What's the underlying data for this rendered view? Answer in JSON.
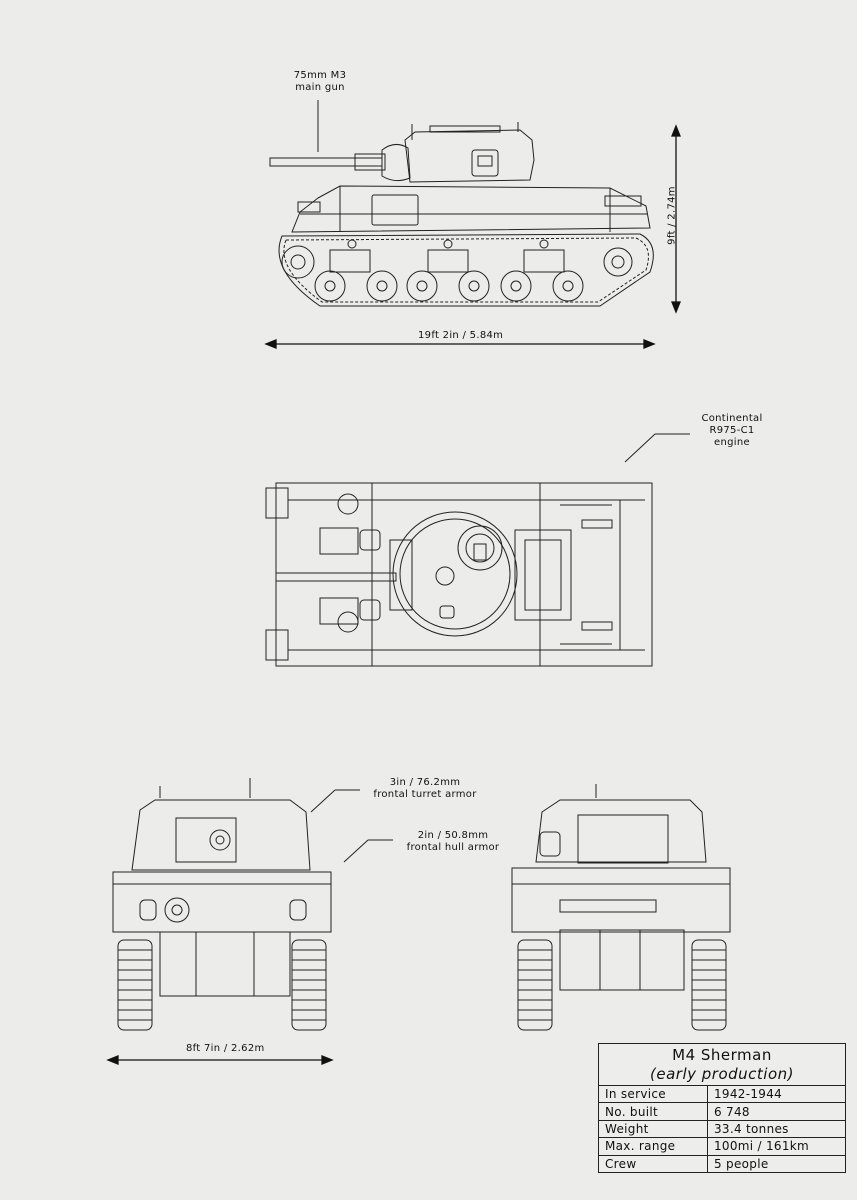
{
  "labels": {
    "gun": [
      "75mm M3",
      "main gun"
    ],
    "engine": [
      "Continental",
      "R975-C1",
      "engine"
    ],
    "turret_armor": [
      "3in / 76.2mm",
      "frontal turret armor"
    ],
    "hull_armor": [
      "2in / 50.8mm",
      "frontal hull armor"
    ]
  },
  "dimensions": {
    "length": "19ft 2in / 5.84m",
    "height": "9ft / 2.74m",
    "width": "8ft 7in / 2.62m"
  },
  "spec": {
    "title": "M4 Sherman",
    "subtitle": "(early production)",
    "rows": [
      {
        "key": "In service",
        "value": "1942-1944"
      },
      {
        "key": "No. built",
        "value": "6 748"
      },
      {
        "key": "Weight",
        "value": "33.4 tonnes"
      },
      {
        "key": "Max. range",
        "value": "100mi / 161km"
      },
      {
        "key": "Crew",
        "value": "5 people"
      }
    ]
  }
}
